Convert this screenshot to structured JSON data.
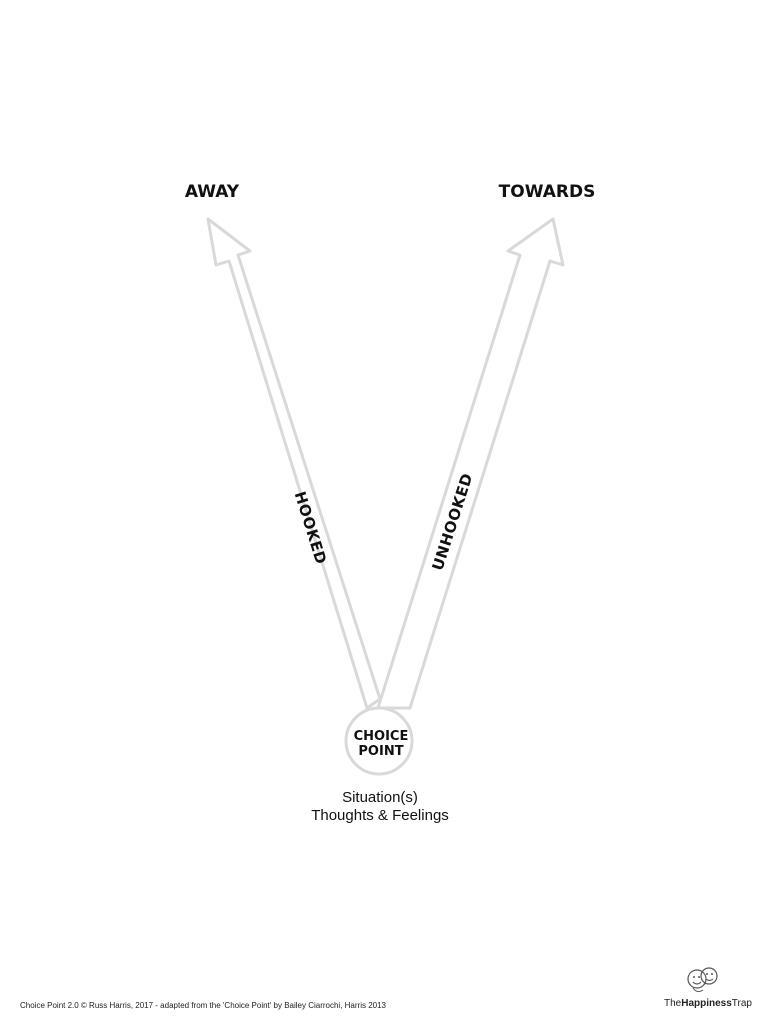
{
  "diagram": {
    "left_heading": "AWAY",
    "right_heading": "TOWARDS",
    "left_arrow_label": "HOOKED",
    "right_arrow_label": "UNHOOKED",
    "choice_point_line1": "CHOICE",
    "choice_point_line2": "POINT",
    "below_line1": "Situation(s)",
    "below_line2": "Thoughts &  Feelings"
  },
  "footer": {
    "credit": "Choice Point 2.0 © Russ Harris, 2017 - adapted from the 'Choice Point' by Bailey Ciarrochi, Harris 2013",
    "brand_prefix": "The",
    "brand_bold": "Happiness",
    "brand_suffix": "Trap",
    "logo_icon": "smiley-faces-icon"
  },
  "colors": {
    "arrow_stroke": "#d9d9d9",
    "text": "#111111",
    "background": "#ffffff"
  }
}
